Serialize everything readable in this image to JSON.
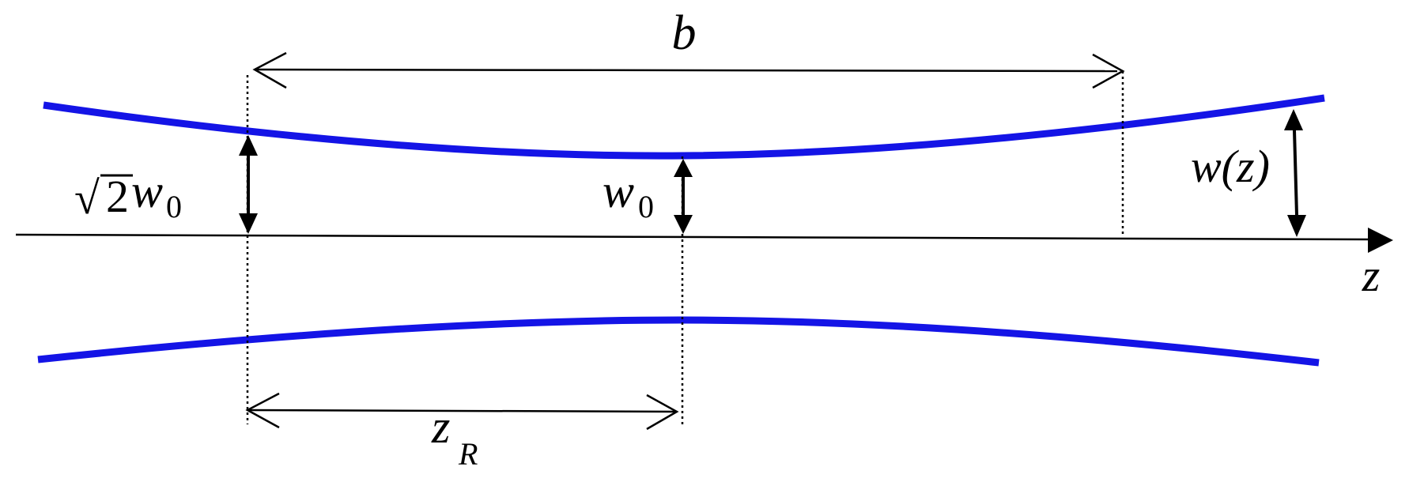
{
  "colors": {
    "beam": "#1414e6",
    "lines": "#000000",
    "background": "#ffffff"
  },
  "labels": {
    "confocal_parameter": "b",
    "axis": "z",
    "rayleigh_range_main": "z",
    "rayleigh_range_sub": "R",
    "waist_main": "w",
    "waist_sub": "0",
    "radius": "w(z)",
    "sqrt2_radical": "√",
    "sqrt2_digit": "2",
    "sqrt2_w": "w",
    "sqrt2_sub": "0"
  }
}
